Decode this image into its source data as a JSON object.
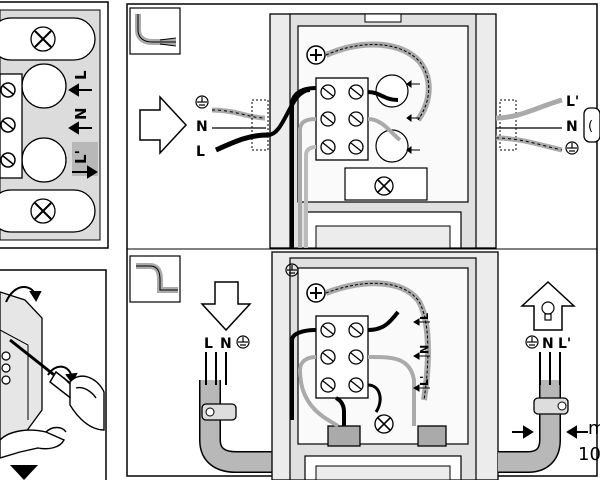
{
  "left_panel": {
    "labels": [
      "L",
      "N",
      "L'"
    ]
  },
  "top_diagram": {
    "input_labels": [
      "N",
      "L"
    ],
    "output_labels": [
      "L'",
      "N"
    ],
    "partial_box_glyph": "("
  },
  "bottom_diagram": {
    "input_labels": [
      "L",
      "N"
    ],
    "output_labels": [
      "N",
      "L'"
    ],
    "board_labels": [
      "L",
      "N",
      "L'"
    ],
    "cable_note_line1": "m",
    "cable_note_line2": "10"
  },
  "icons": [
    "ground-symbol",
    "lamp-icon",
    "arrow-right-icon",
    "arrow-down-icon",
    "arrow-up-house-icon",
    "screwdriver-icon",
    "hand-icon",
    "screw-icon",
    "wire-preparation-icon"
  ],
  "colors": {
    "line": "#000000",
    "panel_gray": "#dcdcdc",
    "frame_gray": "#ececec",
    "highlight_gray": "#b8b8b8"
  }
}
